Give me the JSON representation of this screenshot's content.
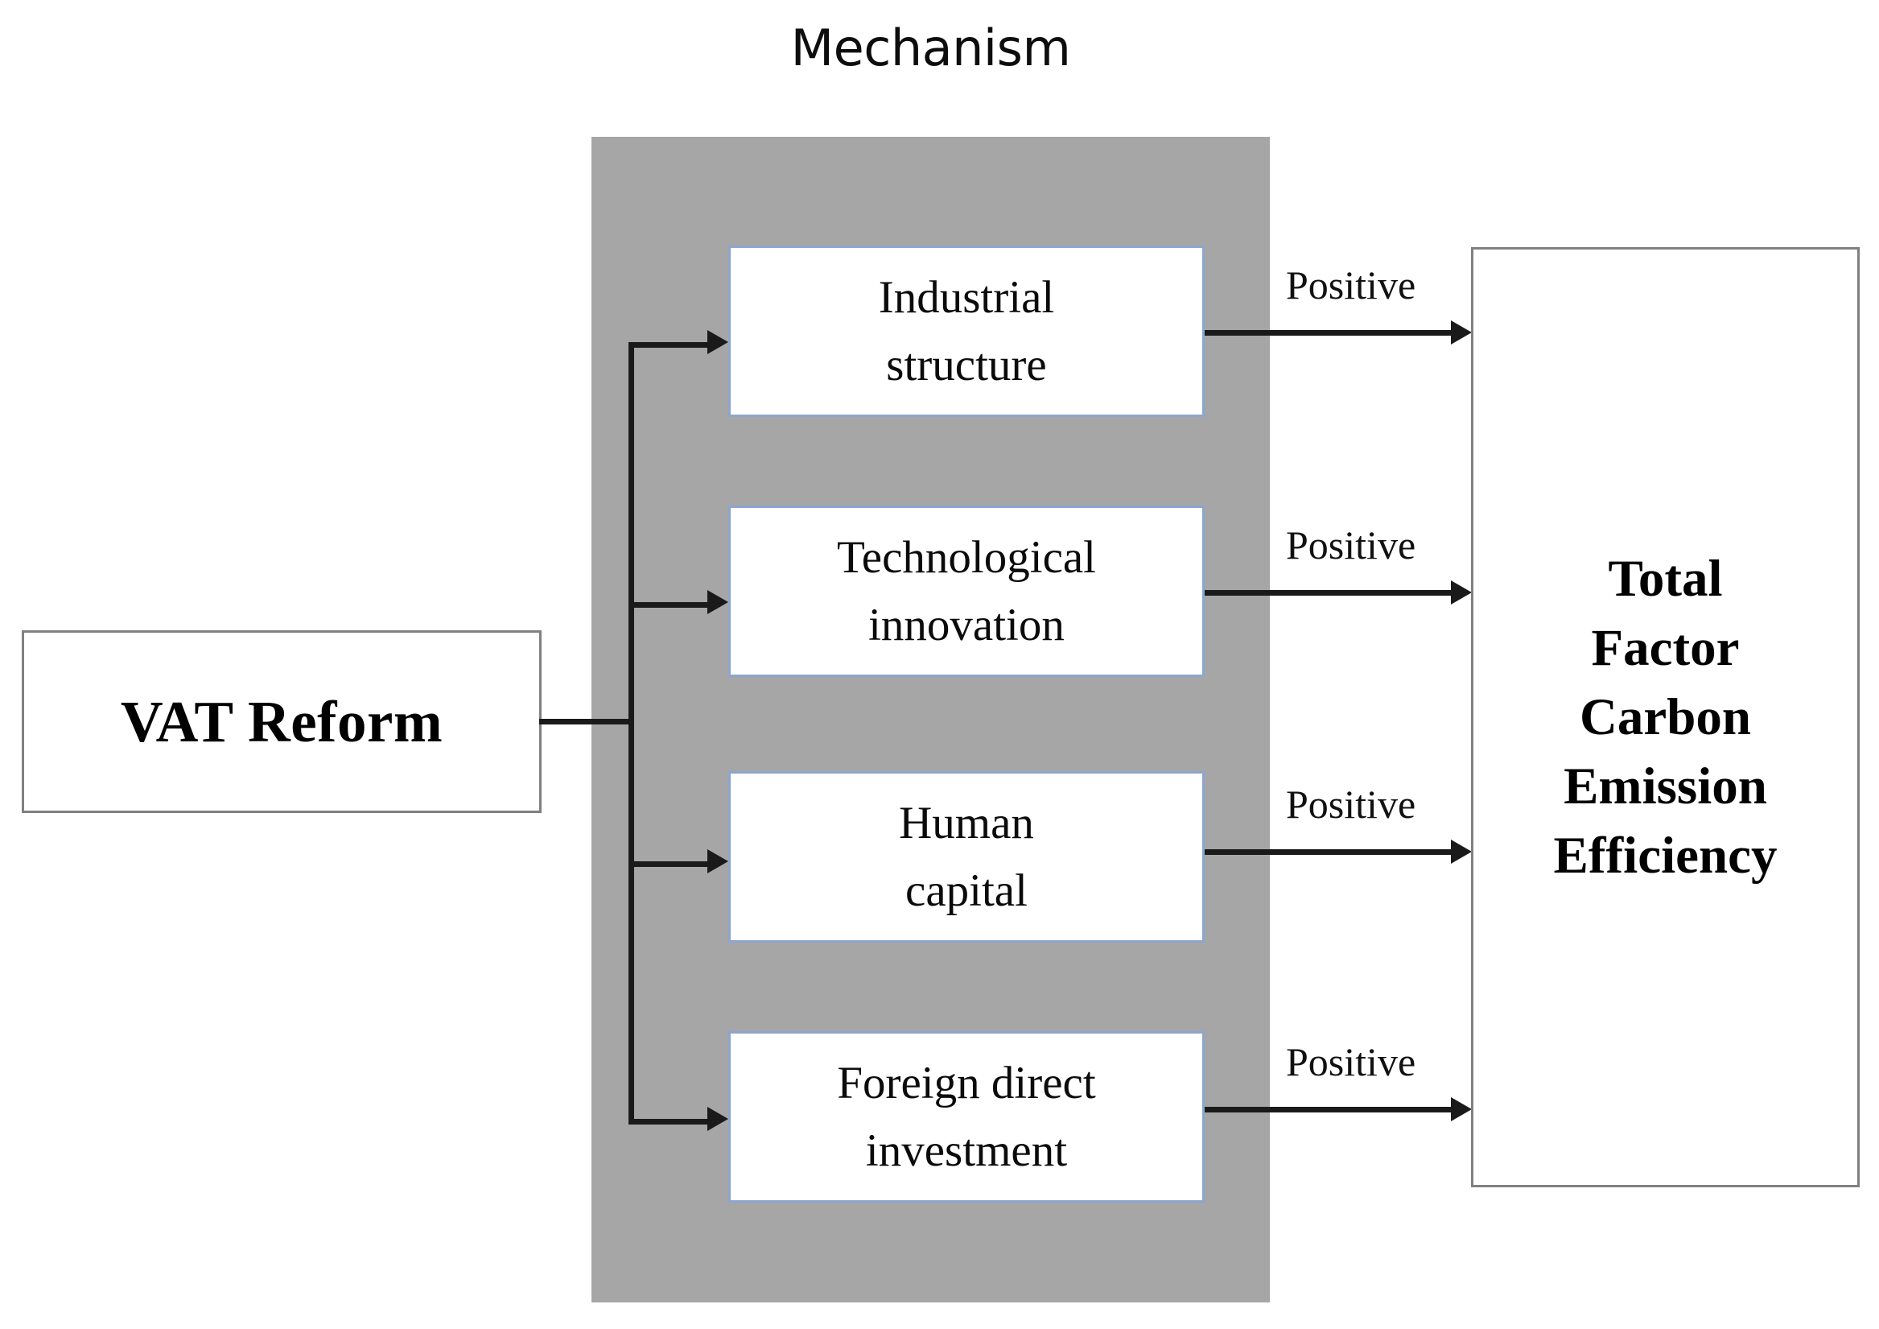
{
  "figure": {
    "title": "Mechanism",
    "source_node": {
      "label": "VAT Reform"
    },
    "outcome_node": {
      "lines": [
        "Total",
        "Factor",
        "Carbon",
        "Emission",
        "Efficiency"
      ]
    },
    "mechanism_panel": {
      "fill_color": "#A6A6A6",
      "box_border_color": "#8CA6D0"
    },
    "mechanisms": [
      {
        "id": "industrial-structure",
        "line1": "Industrial",
        "line2": "structure",
        "effect": "Positive"
      },
      {
        "id": "technological-innovation",
        "line1": "Technological",
        "line2": "innovation",
        "effect": "Positive"
      },
      {
        "id": "human-capital",
        "line1": "Human",
        "line2": "capital",
        "effect": "Positive"
      },
      {
        "id": "foreign-direct-investment",
        "line1": "Foreign direct",
        "line2": "investment",
        "effect": "Positive"
      }
    ]
  }
}
